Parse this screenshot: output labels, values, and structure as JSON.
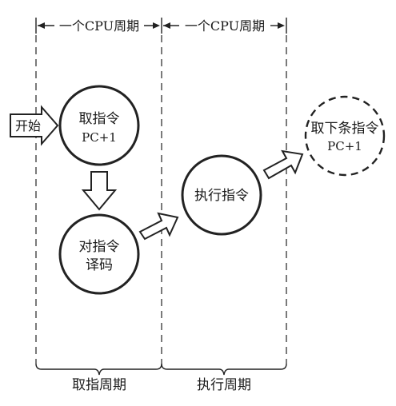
{
  "header": {
    "cycle_left": "一个CPU周期",
    "cycle_right": "一个CPU周期"
  },
  "nodes": {
    "start": "开始",
    "fetch": {
      "line1": "取指令",
      "line2": "PC+1"
    },
    "decode": {
      "line1": "对指令",
      "line2": "译码"
    },
    "execute": "执行指令",
    "next": {
      "line1": "取下条指令",
      "line2": "PC+1"
    }
  },
  "footer": {
    "fetch_cycle": "取指周期",
    "execute_cycle": "执行周期"
  }
}
